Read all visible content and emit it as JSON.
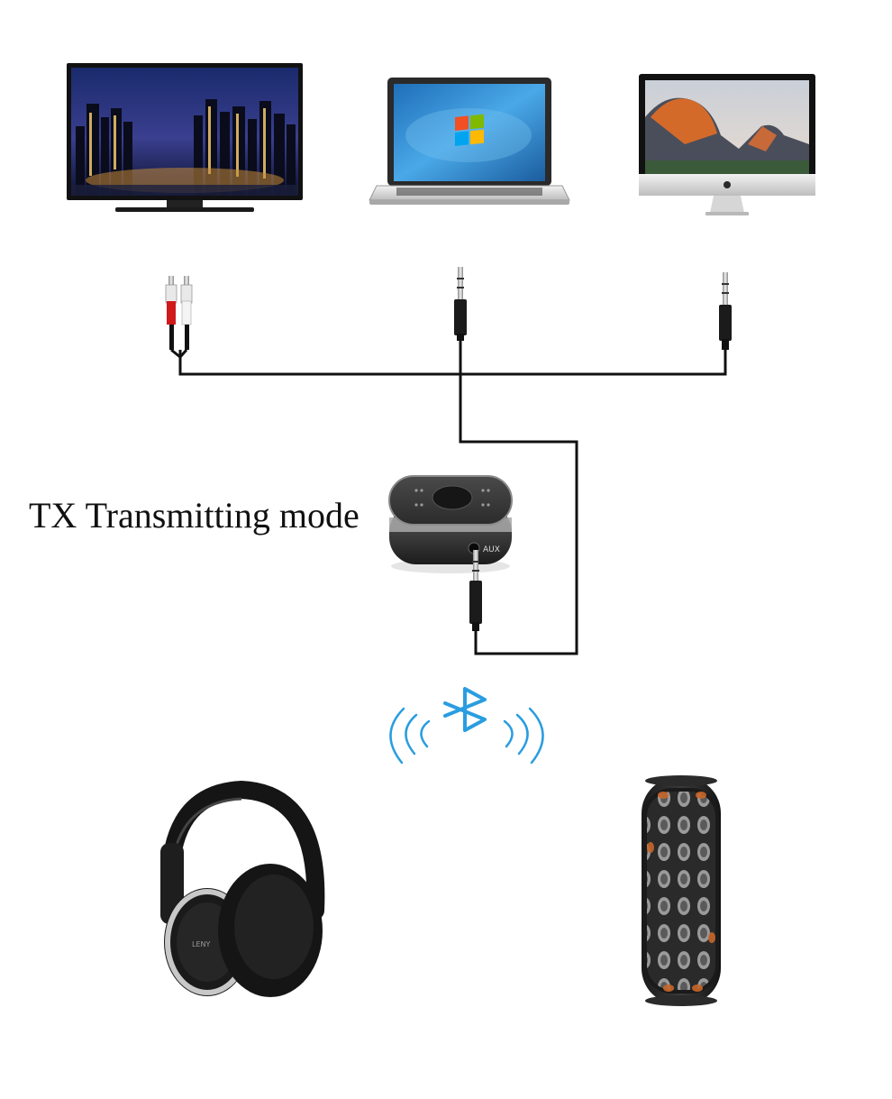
{
  "diagram": {
    "mode_label": "TX Transmitting mode",
    "transmitter_port_label": "AUX",
    "headphone_brand": "LENY",
    "colors": {
      "cable": "#111111",
      "bluetooth_blue": "#2a9de0",
      "rca_red": "#d0191b",
      "background": "#ffffff"
    },
    "icons": {
      "source_devices": [
        "tv-icon",
        "laptop-icon",
        "desktop-monitor-icon"
      ],
      "connectors": [
        "rca-plug-icon",
        "aux-plug-icon",
        "aux-plug-icon"
      ],
      "wireless": "bluetooth-icon",
      "sink_devices": [
        "headphones-icon",
        "bluetooth-speaker-icon"
      ]
    }
  }
}
